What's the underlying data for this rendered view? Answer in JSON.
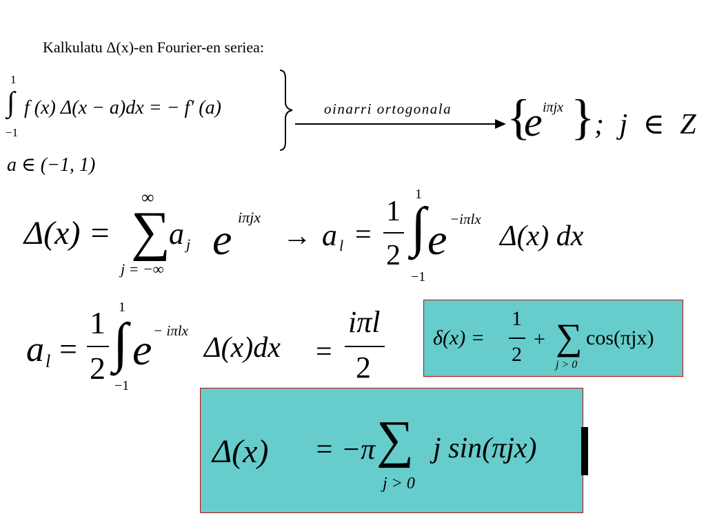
{
  "title": "Kalkulatu Δ(x)-en Fourier-en seriea:",
  "top": {
    "int_upper": "1",
    "int_lower": "−1",
    "integral_sign": "∫",
    "integrand": "f (x) Δ(x − a)dx = − f' (a)",
    "domain": "a ∈ (−1, 1)",
    "arrow_label": "oinarri ortogonala",
    "basis_open": "{",
    "basis_e": "e",
    "basis_exp": "iπjx",
    "basis_close": "}",
    "basis_tail": "; j ∈ Z"
  },
  "series": {
    "lhs": "Δ(x) =",
    "sum_sign": "∑",
    "sum_upper": "∞",
    "sum_lower": "j = −∞",
    "coef": "a",
    "coef_sub": "j",
    "e": "e",
    "exp": "iπjx",
    "arrow": "→",
    "al": "a",
    "al_sub": "l",
    "eq": "=",
    "frac_num": "1",
    "frac_den": "2",
    "int_sign": "∫",
    "int_upper": "1",
    "int_lower": "−1",
    "e2": "e",
    "exp2": "−iπlx",
    "tail": "Δ(x) dx"
  },
  "coefficient": {
    "al": "a",
    "al_sub": "l",
    "eq": "=",
    "frac_num": "1",
    "frac_den": "2",
    "int_sign": "∫",
    "int_upper": "1",
    "int_lower": "−1",
    "e": "e",
    "exp": "− iπlx",
    "tail": "Δ(x)dx",
    "eq2": "=",
    "res_num": "iπl",
    "res_den": "2"
  },
  "delta_box": {
    "lhs": "δ(x) =",
    "frac_num": "1",
    "frac_den": "2",
    "plus": "+",
    "sum_sign": "∑",
    "sum_lower": "j > 0",
    "tail": "cos(πjx)"
  },
  "result_box": {
    "lhs": "Δ(x)",
    "eq": "= −π",
    "sum_sign": "∑",
    "sum_lower": "j > 0",
    "tail": "j sin(πjx)"
  },
  "colors": {
    "box_fill": "#66cccc",
    "box_border": "#cc0000"
  }
}
